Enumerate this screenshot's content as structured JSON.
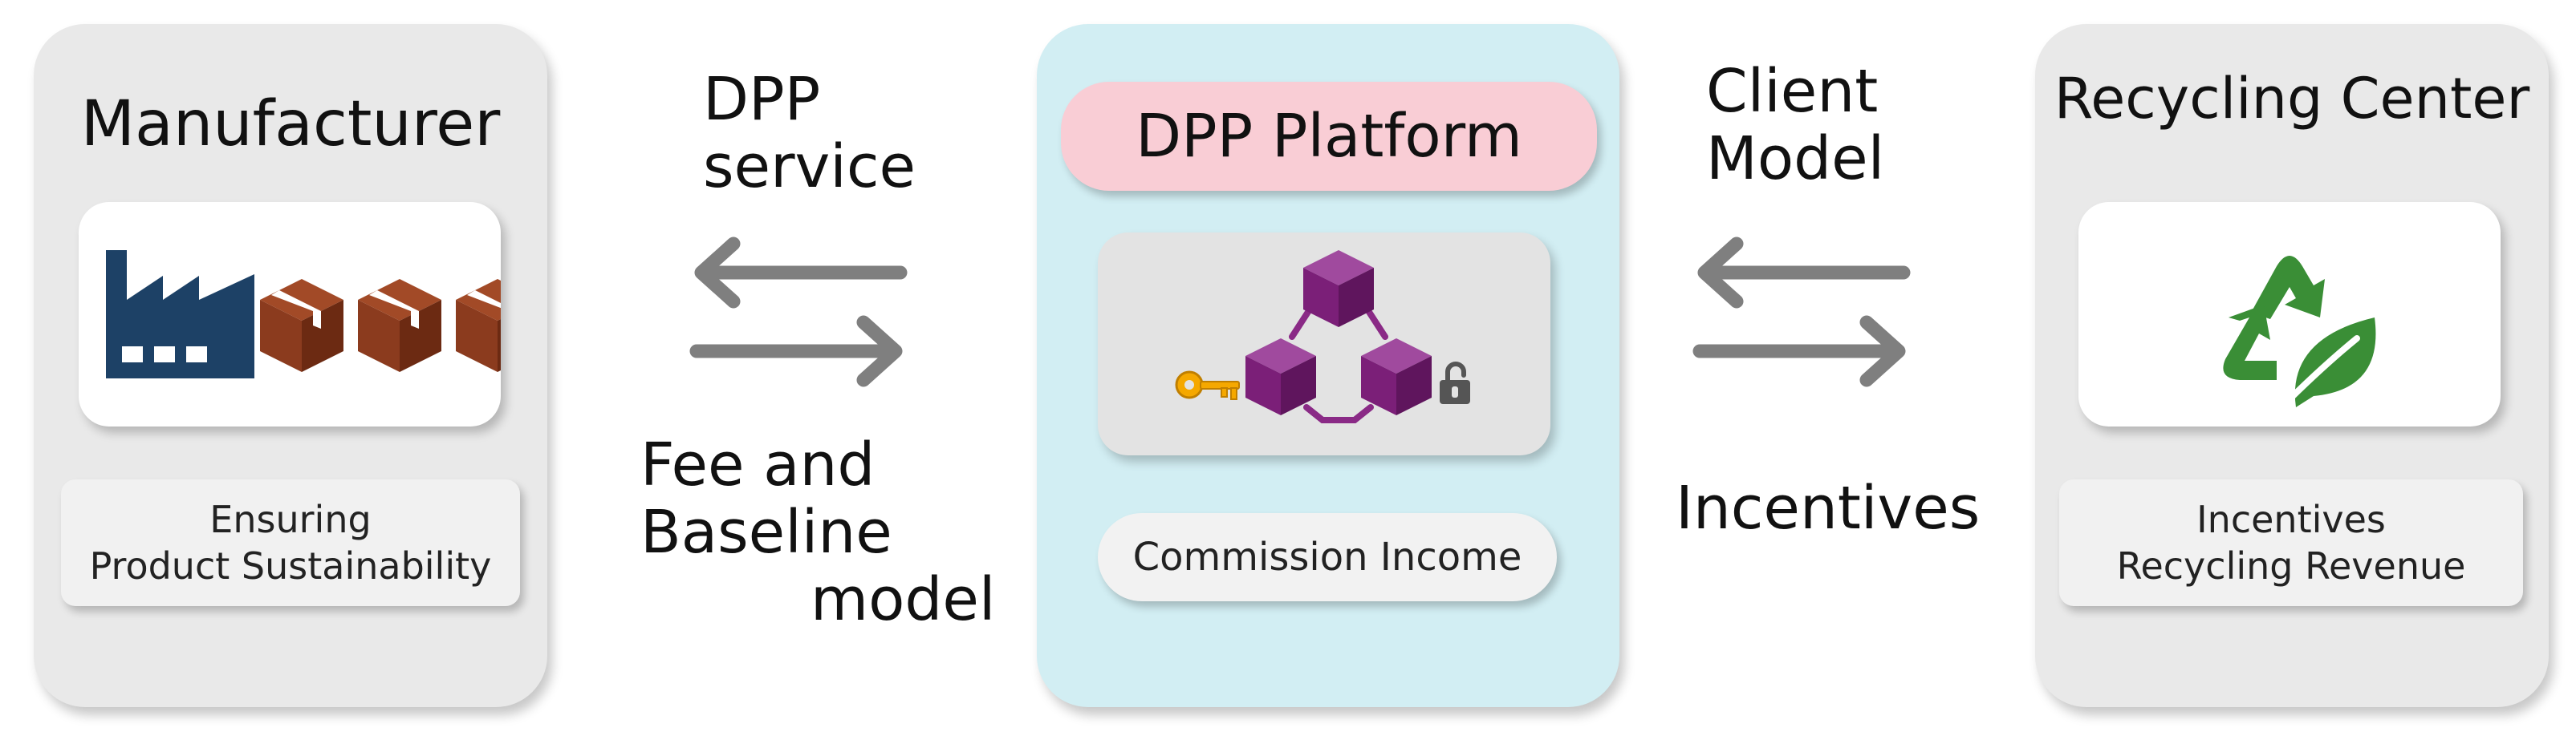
{
  "manufacturer": {
    "title": "Manufacturer",
    "caption_lines": [
      "Ensuring",
      "Product Sustainability"
    ],
    "icons": [
      "factory-icon",
      "box-icon",
      "box-icon",
      "box-icon"
    ],
    "colors": {
      "factory": "#1d4166",
      "box": "#8b3b1e"
    }
  },
  "left_flow": {
    "top_label_lines": [
      "DPP",
      "service"
    ],
    "bottom_label_lines": [
      "Fee and",
      "Baseline",
      "model"
    ]
  },
  "platform": {
    "title": "DPP Platform",
    "caption": "Commission Income",
    "icons": [
      "key-icon",
      "blockchain-cubes-icon",
      "padlock-icon"
    ],
    "colors": {
      "panel": "#d2eef3",
      "title_pill": "#f9cdd5",
      "cubes": "#7b1f78",
      "key": "#f5a800"
    }
  },
  "right_flow": {
    "top_label_lines": [
      "Client",
      "Model"
    ],
    "bottom_label": "Incentives"
  },
  "recycling": {
    "title": "Recycling Center",
    "caption_lines": [
      "Incentives",
      "Recycling Revenue"
    ],
    "icons": [
      "recycle-leaf-icon"
    ],
    "colors": {
      "icon": "#3a8e36"
    }
  }
}
